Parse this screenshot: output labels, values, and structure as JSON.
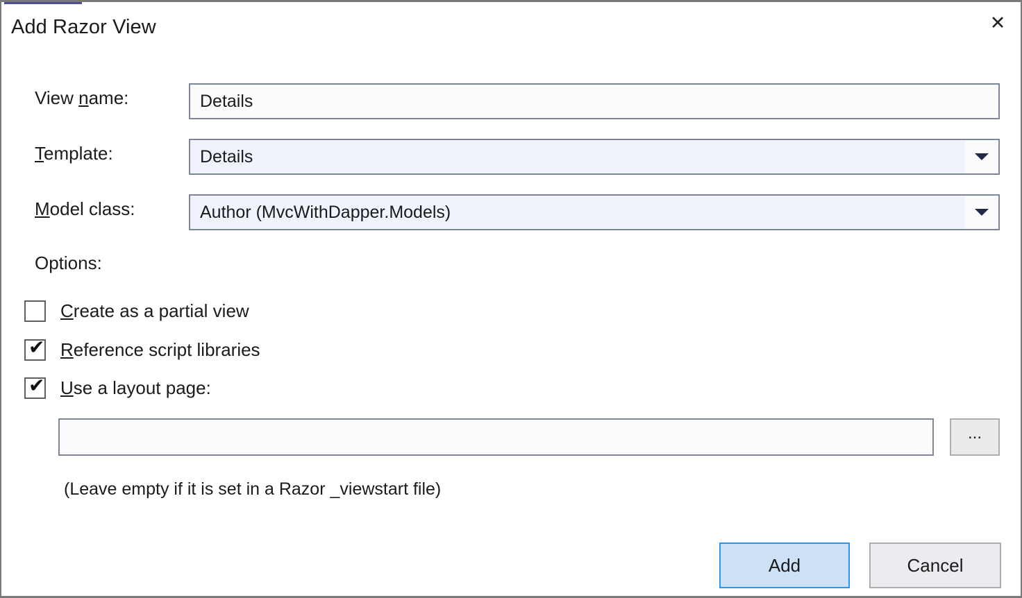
{
  "dialog": {
    "title": "Add Razor View",
    "close_icon": "close-icon",
    "accent_color": "#2a97e8",
    "add_button_fill": "#cce0f6",
    "field_border_color": "#7d8597"
  },
  "fields": {
    "view_name": {
      "label_pre": "View ",
      "label_key": "n",
      "label_post": "ame:",
      "value": "Details",
      "placeholder": ""
    },
    "template": {
      "label_key": "T",
      "label_post": "emplate:",
      "value": "Details",
      "dropdown_icon": "chevron-down-icon"
    },
    "model_class": {
      "label_key": "M",
      "label_post": "odel class:",
      "value": "Author (MvcWithDapper.Models)",
      "dropdown_icon": "chevron-down-icon"
    }
  },
  "options": {
    "heading": "Options:",
    "items": [
      {
        "key": "C",
        "label_post": "reate as a partial view",
        "checked": false
      },
      {
        "key": "R",
        "label_post": "eference script libraries",
        "checked": true
      },
      {
        "key": "U",
        "label_post": "se a layout page:",
        "checked": true
      }
    ],
    "check_glyph": "✔"
  },
  "layout_page": {
    "value": "",
    "placeholder": "",
    "browse_label": "...",
    "hint": "(Leave empty if it is set in a Razor _viewstart file)"
  },
  "footer": {
    "add_label": "Add",
    "cancel_label": "Cancel"
  }
}
